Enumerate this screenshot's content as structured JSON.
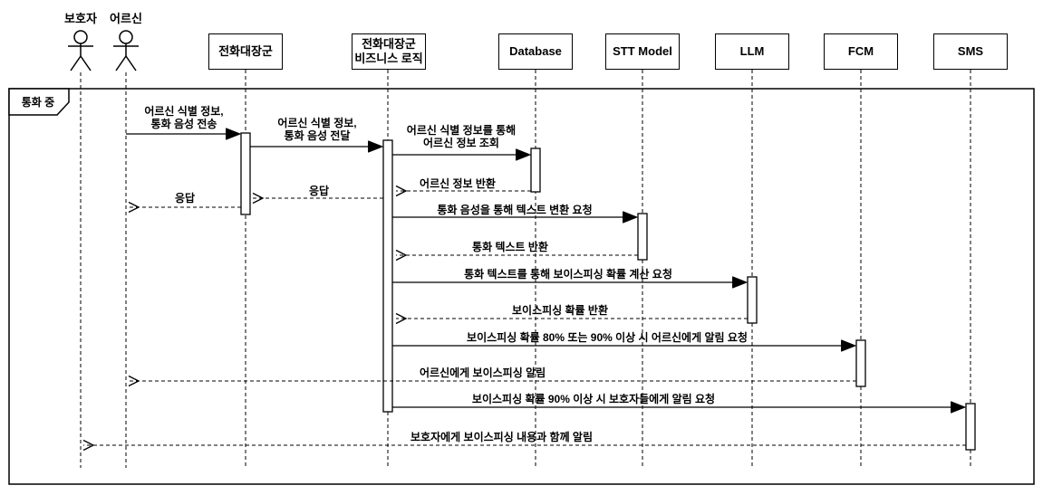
{
  "frame": {
    "label": "통화 중"
  },
  "actors": [
    {
      "label": "보호자"
    },
    {
      "label": "어르신"
    }
  ],
  "participants": [
    {
      "label": "전화대장군"
    },
    {
      "label": "전화대장군\n비즈니스 로직"
    },
    {
      "label": "Database"
    },
    {
      "label": "STT Model"
    },
    {
      "label": "LLM"
    },
    {
      "label": "FCM"
    },
    {
      "label": "SMS"
    }
  ],
  "messages": [
    {
      "from": "어르신",
      "to": "전화대장군",
      "kind": "sync",
      "text": "어르신 식별 정보,\n통화 음성 전송"
    },
    {
      "from": "전화대장군",
      "to": "전화대장군 비즈니스 로직",
      "kind": "sync",
      "text": "어르신 식별 정보,\n통화 음성 전달"
    },
    {
      "from": "전화대장군 비즈니스 로직",
      "to": "Database",
      "kind": "sync",
      "text": "어르신 식별 정보를 통해\n어르신 정보 조회"
    },
    {
      "from": "Database",
      "to": "전화대장군 비즈니스 로직",
      "kind": "return",
      "text": "어르신 정보 반환"
    },
    {
      "from": "전화대장군 비즈니스 로직",
      "to": "전화대장군",
      "kind": "return",
      "text": "응답"
    },
    {
      "from": "전화대장군",
      "to": "어르신",
      "kind": "return",
      "text": "응답"
    },
    {
      "from": "전화대장군 비즈니스 로직",
      "to": "STT Model",
      "kind": "sync",
      "text": "통화 음성을 통해 텍스트 변환 요청"
    },
    {
      "from": "STT Model",
      "to": "전화대장군 비즈니스 로직",
      "kind": "return",
      "text": "통화 텍스트 반환"
    },
    {
      "from": "전화대장군 비즈니스 로직",
      "to": "LLM",
      "kind": "sync",
      "text": "통화 텍스트를 통해 보이스피싱 확률 계산 요청"
    },
    {
      "from": "LLM",
      "to": "전화대장군 비즈니스 로직",
      "kind": "return",
      "text": "보이스피싱 확률 반환"
    },
    {
      "from": "전화대장군 비즈니스 로직",
      "to": "FCM",
      "kind": "sync",
      "text": "보이스피싱 확률 80% 또는 90% 이상 시 어르신에게 알림 요청"
    },
    {
      "from": "FCM",
      "to": "어르신",
      "kind": "return",
      "text": "어르신에게 보이스피싱 알림"
    },
    {
      "from": "전화대장군 비즈니스 로직",
      "to": "SMS",
      "kind": "sync",
      "text": "보이스피싱 확률 90% 이상 시 보호자들에게 알림 요청"
    },
    {
      "from": "SMS",
      "to": "보호자",
      "kind": "return",
      "text": "보호자에게 보이스피싱 내용과 함께 알림"
    }
  ],
  "colors": {
    "line": "#000000",
    "background": "#ffffff"
  }
}
